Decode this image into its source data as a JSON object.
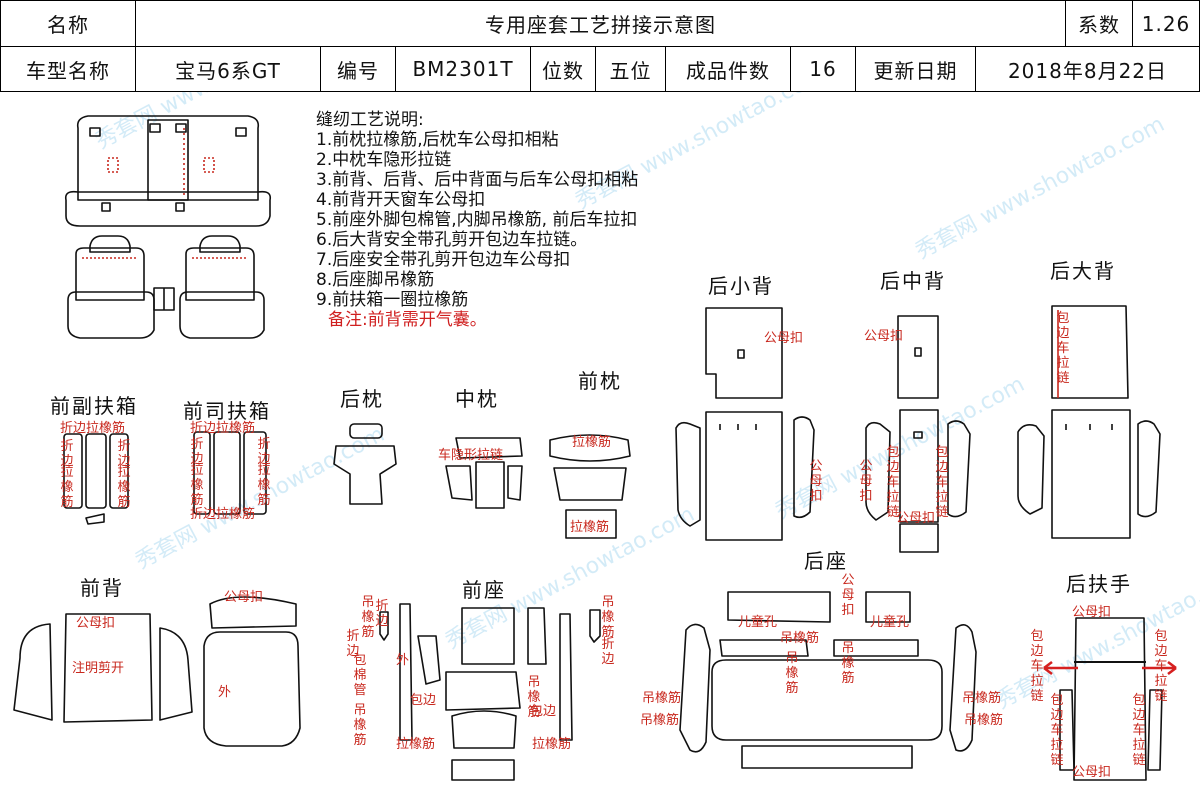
{
  "header": {
    "name_label": "名称",
    "title": "专用座套工艺拼接示意图",
    "coef_label": "系数",
    "coef_value": "1.26",
    "model_label": "车型名称",
    "model_value": "宝马6系GT",
    "code_label": "编号",
    "code_value": "BM2301T",
    "seats_label": "位数",
    "seats_value": "五位",
    "pieces_label": "成品件数",
    "pieces_value": "16",
    "date_label": "更新日期",
    "date_value": "2018年8月22日"
  },
  "notes": {
    "title": "缝纫工艺说明:",
    "items": [
      "1.前枕拉橡筋,后枕车公母扣相粘",
      "2.中枕车隐形拉链",
      "3.前背、后背、后中背面与后车公母扣相粘",
      "4.前背开天窗车公母扣",
      "5.前座外脚包棉管,内脚吊橡筋, 前后车拉扣",
      "6.后大背安全带孔剪开包边车拉链。",
      "7.后座安全带孔剪开包边车公母扣",
      "8.后座脚吊橡筋",
      "9.前扶箱一圈拉橡筋"
    ],
    "remark": "备注:前背需开气囊。"
  },
  "sections": {
    "front_passenger_armrest": "前副扶箱",
    "front_driver_armrest": "前司扶箱",
    "rear_headrest": "后枕",
    "middle_headrest": "中枕",
    "front_headrest": "前枕",
    "rear_small_back": "后小背",
    "rear_middle_back": "后中背",
    "rear_big_back": "后大背",
    "front_back": "前背",
    "front_seat": "前座",
    "rear_seat": "后座",
    "rear_armrest": "后扶手"
  },
  "annotations": {
    "fold_elastic": "折边拉橡筋",
    "fold_edge": "折边",
    "pull_elastic": "拉橡筋",
    "hidden_zipper": "车隐形拉链",
    "snap": "公母扣",
    "hang_elastic": "吊橡筋",
    "wrap_cotton": "包棉管",
    "outer": "外",
    "binding": "包边",
    "binding_zipper": "包边车拉链",
    "child_hole": "儿童孔",
    "airbag": "注明剪开"
  },
  "watermark": "秀套网 www.showtao.com",
  "colors": {
    "annotation": "#c8281e",
    "line": "#111111",
    "watermark": "#9fd3ef"
  }
}
